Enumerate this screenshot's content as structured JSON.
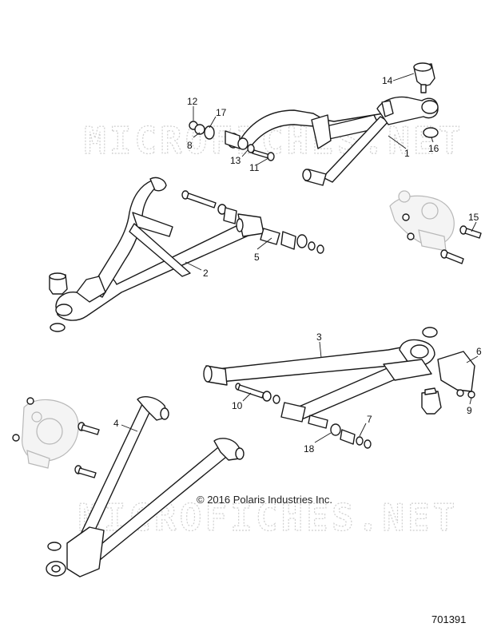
{
  "watermark": {
    "text": "MICROFICHES.NET"
  },
  "copyright": "© 2016 Polaris Industries Inc.",
  "diagram_number": "701391",
  "callouts": [
    {
      "id": "c1",
      "label": "1"
    },
    {
      "id": "c2",
      "label": "2"
    },
    {
      "id": "c3",
      "label": "3"
    },
    {
      "id": "c4",
      "label": "4"
    },
    {
      "id": "c5",
      "label": "5"
    },
    {
      "id": "c6",
      "label": "6"
    },
    {
      "id": "c7",
      "label": "7"
    },
    {
      "id": "c8",
      "label": "8"
    },
    {
      "id": "c9",
      "label": "9"
    },
    {
      "id": "c10",
      "label": "10"
    },
    {
      "id": "c11",
      "label": "11"
    },
    {
      "id": "c12",
      "label": "12"
    },
    {
      "id": "c13",
      "label": "13"
    },
    {
      "id": "c14",
      "label": "14"
    },
    {
      "id": "c15",
      "label": "15"
    },
    {
      "id": "c16",
      "label": "16"
    },
    {
      "id": "c17",
      "label": "17"
    },
    {
      "id": "c18",
      "label": "18"
    }
  ]
}
